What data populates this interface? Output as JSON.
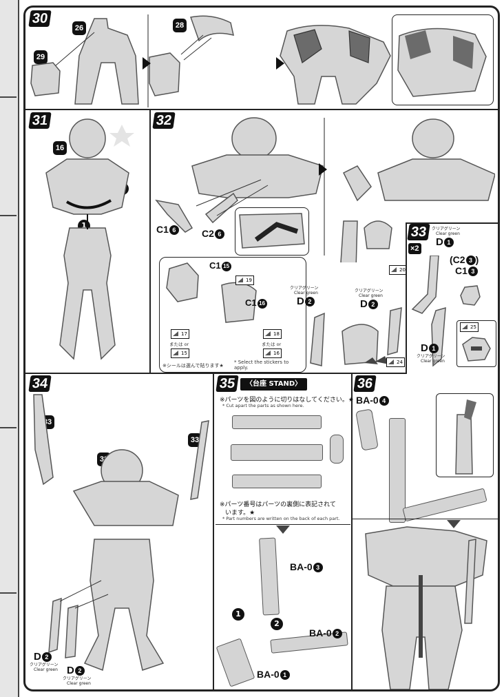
{
  "steps": {
    "s30": {
      "num": "30",
      "parts": [
        "29",
        "26",
        "28"
      ]
    },
    "s31": {
      "num": "31",
      "part": "16",
      "order": [
        "1",
        "2"
      ]
    },
    "s32": {
      "num": "32",
      "c16": "C1",
      "c16n": "6",
      "c26": "C2",
      "c26n": "6"
    },
    "s32b": {
      "c115": "C1",
      "c115n": "15",
      "c116": "C1",
      "c116n": "16",
      "stickers": [
        "19",
        "17",
        "18",
        "15",
        "16",
        "20",
        "24"
      ],
      "or1": "または or",
      "or2": "または or",
      "note_jp": "※シールは選んで貼ります★",
      "note_en": "* Select the stickers to apply.",
      "d2a": "D",
      "d2an": "2",
      "d2b": "D",
      "d2bn": "2",
      "clear_jp": "クリアグリーン",
      "clear_en": "Clear green"
    },
    "s33": {
      "num": "33",
      "mult": "×2",
      "d1": "D",
      "d1n": "1",
      "c23": "(C2",
      "c23n": "3",
      "c23close": ")",
      "c13": "C1",
      "c13n": "3",
      "d1b": "D",
      "d1bn": "1",
      "sticker": "25",
      "clear_jp": "クリアグリーン",
      "clear_en": "Clear green"
    },
    "s34": {
      "num": "34",
      "part33a": "33",
      "part33b": "33",
      "part32": "32",
      "d2a": "D",
      "d2an": "2",
      "d2b": "D",
      "d2bn": "2",
      "clear_jp": "クリアグリーン",
      "clear_en": "Clear green"
    },
    "s35": {
      "num": "35",
      "title": "〈台座 STAND〉",
      "cut_jp": "※パーツを図のように切りはなしてください。★",
      "cut_en": "* Cut apart the parts as shown here.",
      "num_jp": "※パーツ番号はパーツの裏側に表記されて",
      "num_jp2": "います。★",
      "num_en": "* Part numbers are written on the back of each part.",
      "ba3": "BA-0",
      "ba3n": "3",
      "ba2": "BA-0",
      "ba2n": "2",
      "ba1": "BA-0",
      "ba1n": "1",
      "order": [
        "1",
        "2"
      ]
    },
    "s36": {
      "num": "36",
      "ba4": "BA-0",
      "ba4n": "4"
    }
  }
}
